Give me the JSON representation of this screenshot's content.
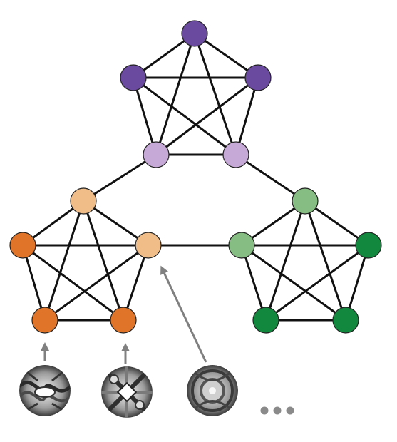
{
  "diagram": {
    "clusters": [
      {
        "name": "purple",
        "colors": {
          "dark": "#6a4a9e",
          "light": "#c6a9d6"
        }
      },
      {
        "name": "orange",
        "colors": {
          "dark": "#e07428",
          "light": "#f0bc88"
        }
      },
      {
        "name": "green",
        "colors": {
          "dark": "#12883e",
          "light": "#86bd82"
        }
      }
    ],
    "inputs": [
      {
        "name": "pattern-input-1",
        "icon": "texture-pattern-icon"
      },
      {
        "name": "pattern-input-2",
        "icon": "texture-pattern-icon"
      },
      {
        "name": "pattern-input-3",
        "icon": "texture-pattern-icon"
      }
    ],
    "continuation": "ellipsis-icon"
  }
}
